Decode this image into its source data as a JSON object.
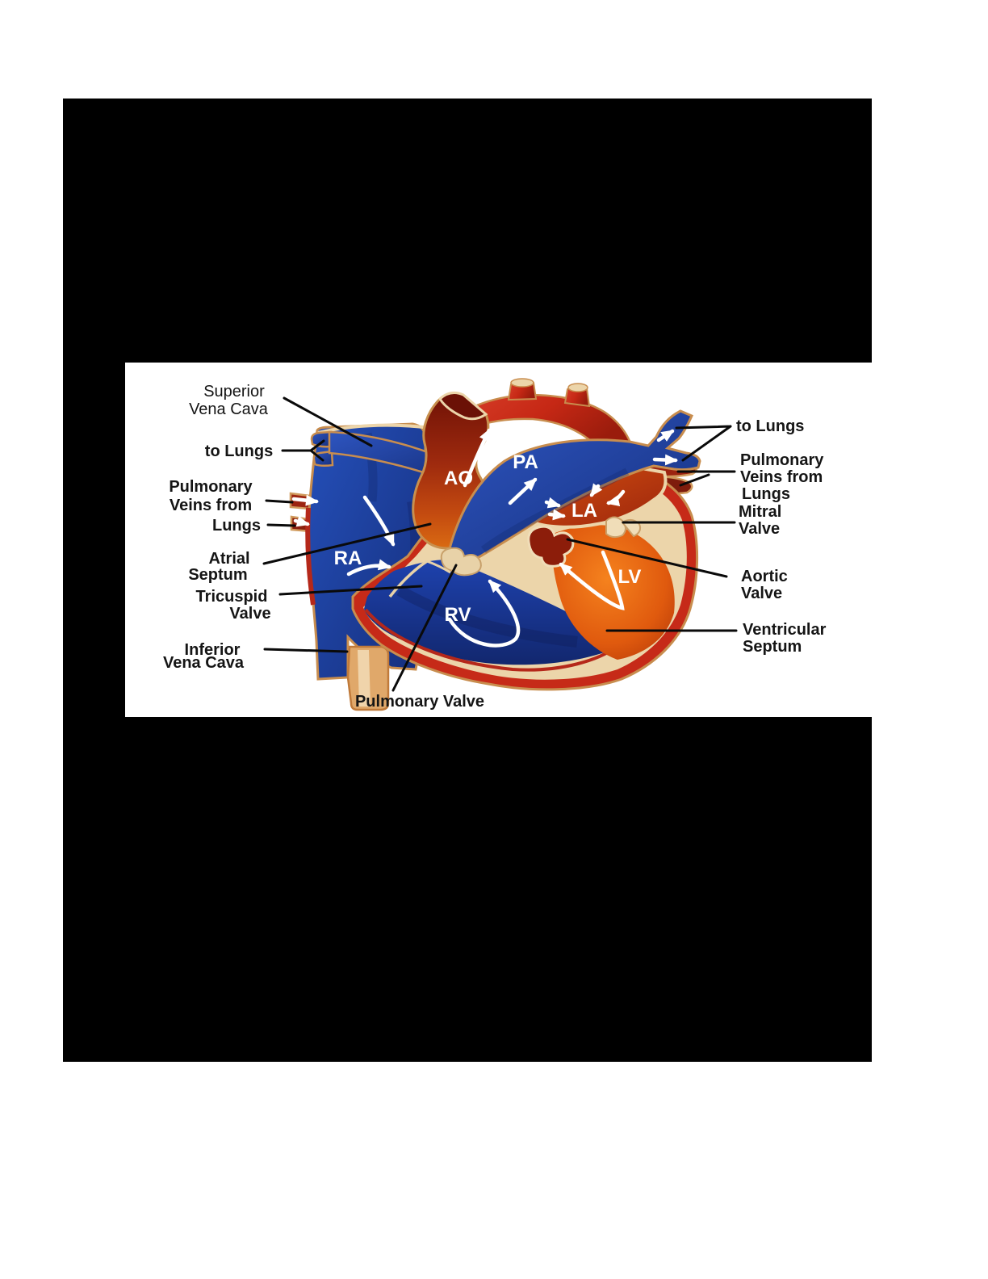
{
  "page": {
    "background_color": "#ffffff",
    "panel_background_color": "#000000"
  },
  "diagram": {
    "figure_alt": "Cross-section illustration of the human heart showing chambers, valves, vessels and blood-flow arrows",
    "chambers": {
      "ao": "AO",
      "pa": "PA",
      "ra": "RA",
      "rv": "RV",
      "la": "LA",
      "lv": "LV"
    },
    "labels": {
      "superior_vena_cava": {
        "lines": [
          "Superior",
          "Vena Cava"
        ]
      },
      "to_lungs_left": {
        "lines": [
          "to Lungs"
        ]
      },
      "pulmonary_veins_left": {
        "lines": [
          "Pulmonary",
          "Veins from",
          "Lungs"
        ]
      },
      "atrial_septum": {
        "lines": [
          "Atrial",
          "Septum"
        ]
      },
      "tricuspid_valve": {
        "lines": [
          "Tricuspid",
          "Valve"
        ]
      },
      "inferior_vena_cava": {
        "lines": [
          "Inferior",
          "Vena Cava"
        ]
      },
      "pulmonary_valve": {
        "lines": [
          "Pulmonary Valve"
        ]
      },
      "to_lungs_right": {
        "lines": [
          "to Lungs"
        ]
      },
      "pulmonary_veins_right": {
        "lines": [
          "Pulmonary",
          "Veins from",
          "Lungs"
        ]
      },
      "mitral_valve": {
        "lines": [
          "Mitral",
          "Valve"
        ]
      },
      "aortic_valve": {
        "lines": [
          "Aortic",
          "Valve"
        ]
      },
      "ventricular_septum": {
        "lines": [
          "Ventricular",
          "Septum"
        ]
      }
    },
    "colors": {
      "oxygenated_red": "#c62a16",
      "aorta_dark_red": "#8c1d0a",
      "deoxygenated_blue": "#1c3da0",
      "chamber_orange": "#e85c10",
      "wall_cream": "#ecd5aa",
      "vessel_outline_tan": "#c88d4e",
      "label_text": "#151515",
      "flow_arrow": "#ffffff"
    }
  }
}
